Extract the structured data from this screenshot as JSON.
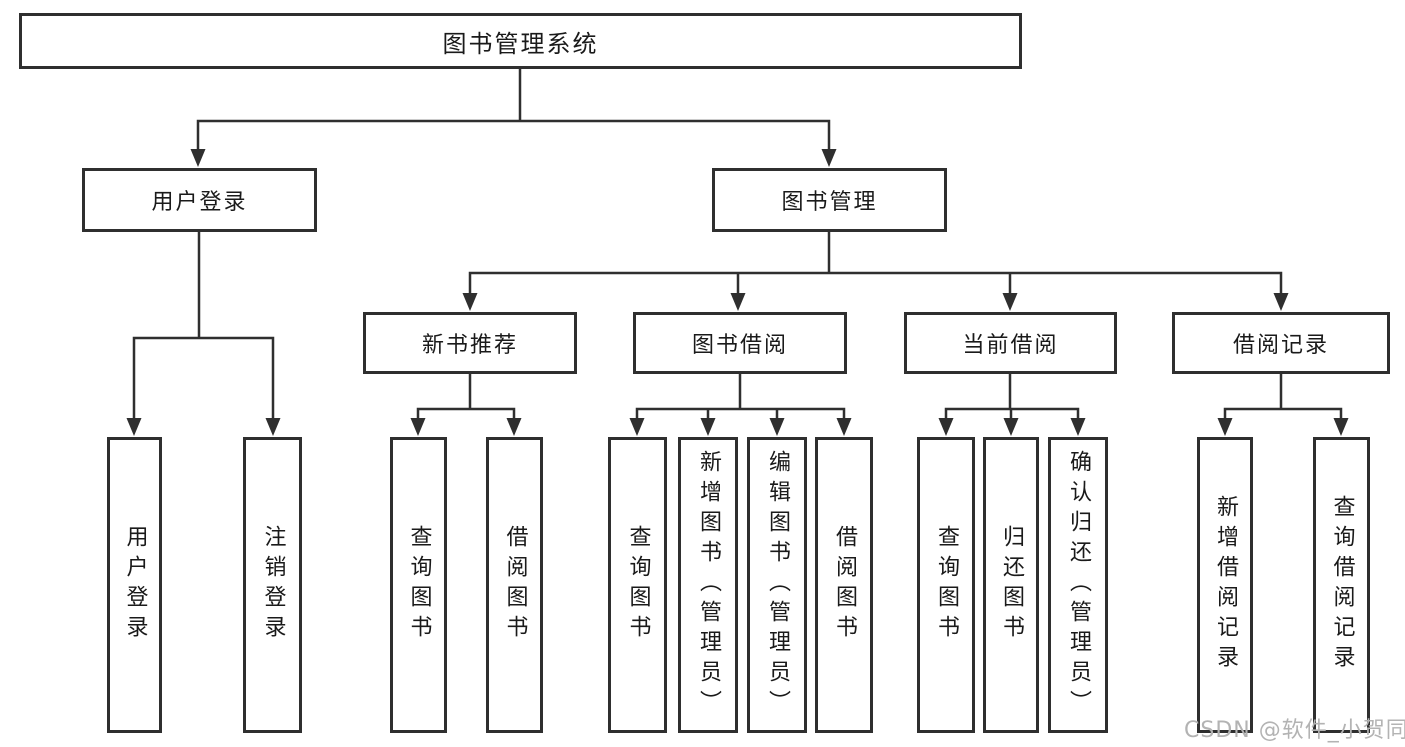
{
  "title": {
    "label": "图书管理系统"
  },
  "level2": {
    "user_login": "用户登录",
    "book_management": "图书管理"
  },
  "level3": {
    "new_book_recommend": "新书推荐",
    "book_borrow": "图书借阅",
    "current_borrow": "当前借阅",
    "borrow_records": "借阅记录"
  },
  "leaves": {
    "user_login": [
      "用户登录",
      "注销登录"
    ],
    "new_book_recommend": [
      "查询图书",
      "借阅图书"
    ],
    "book_borrow": [
      "查询图书",
      "新增图书（管理员）",
      "编辑图书（管理员）",
      "借阅图书"
    ],
    "current_borrow": [
      "查询图书",
      "归还图书",
      "确认归还（管理员）"
    ],
    "borrow_records": [
      "新增借阅记录",
      "查询借阅记录"
    ]
  },
  "watermark": "CSDN @软件_小贺同学",
  "colors": {
    "line": "#2f2f2f",
    "box_border": "#2f2f2f",
    "text": "#1a1a1a",
    "background": "#ffffff",
    "watermark": "#b3b3b3"
  }
}
